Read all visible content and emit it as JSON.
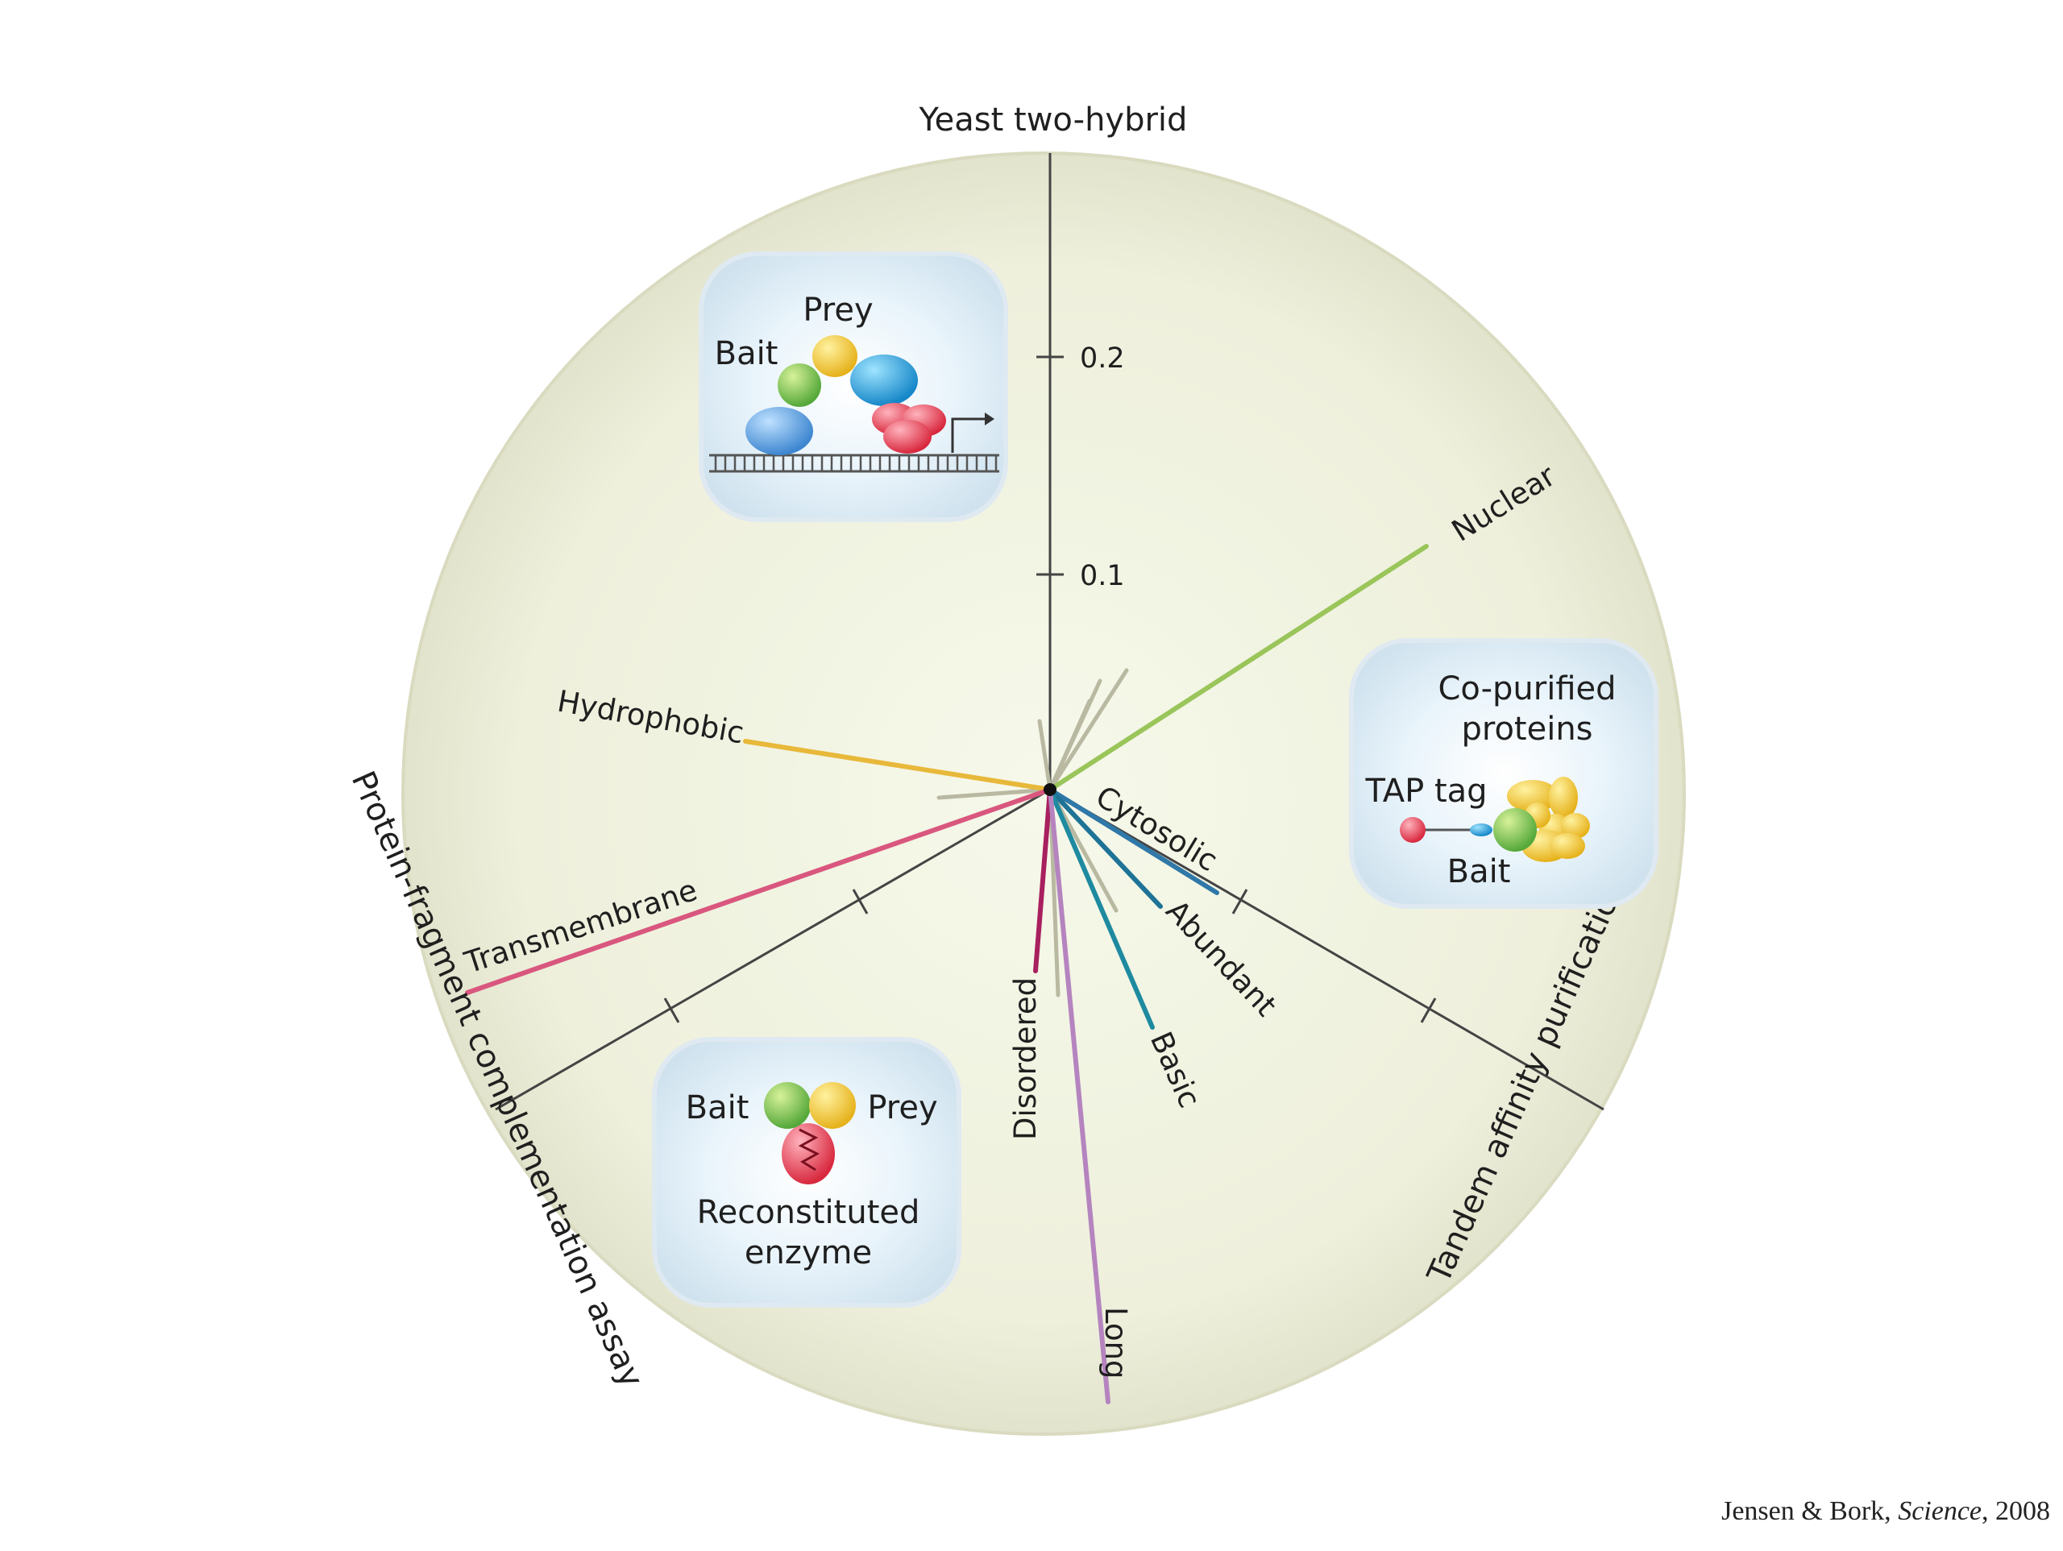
{
  "axes": {
    "y2h": "Yeast two-hybrid",
    "tap": "Tandem affinity purification",
    "pca": "Protein-fragment complementation assay"
  },
  "ticks": [
    "0.1",
    "0.2"
  ],
  "properties": {
    "nuclear": "Nuclear",
    "hydrophobic": "Hydrophobic",
    "transmembrane": "Transmembrane",
    "cytosolic": "Cytosolic",
    "abundant": "Abundant",
    "basic": "Basic",
    "disordered": "Disordered",
    "long": "Long"
  },
  "insets": {
    "y2h": {
      "prey": "Prey",
      "bait": "Bait"
    },
    "tap": {
      "line1": "Co-purified",
      "line2": "proteins",
      "tag": "TAP tag",
      "bait": "Bait"
    },
    "pca": {
      "bait": "Bait",
      "prey": "Prey",
      "line1": "Reconstituted",
      "line2": "enzyme"
    }
  },
  "citation": {
    "authors": "Jensen & Bork, ",
    "journal": "Science",
    "year": ", 2008"
  },
  "colors": {
    "background_disc": "#f1f2df",
    "axis": "#444444",
    "nuclear": "#9ac55a",
    "hydrophobic": "#e8b83a",
    "transmembrane": "#d9577e",
    "cytosolic": "#2f78a8",
    "abundant": "#1e7396",
    "basic": "#1e8aa0",
    "disordered": "#a8205e",
    "long": "#b584bf"
  }
}
